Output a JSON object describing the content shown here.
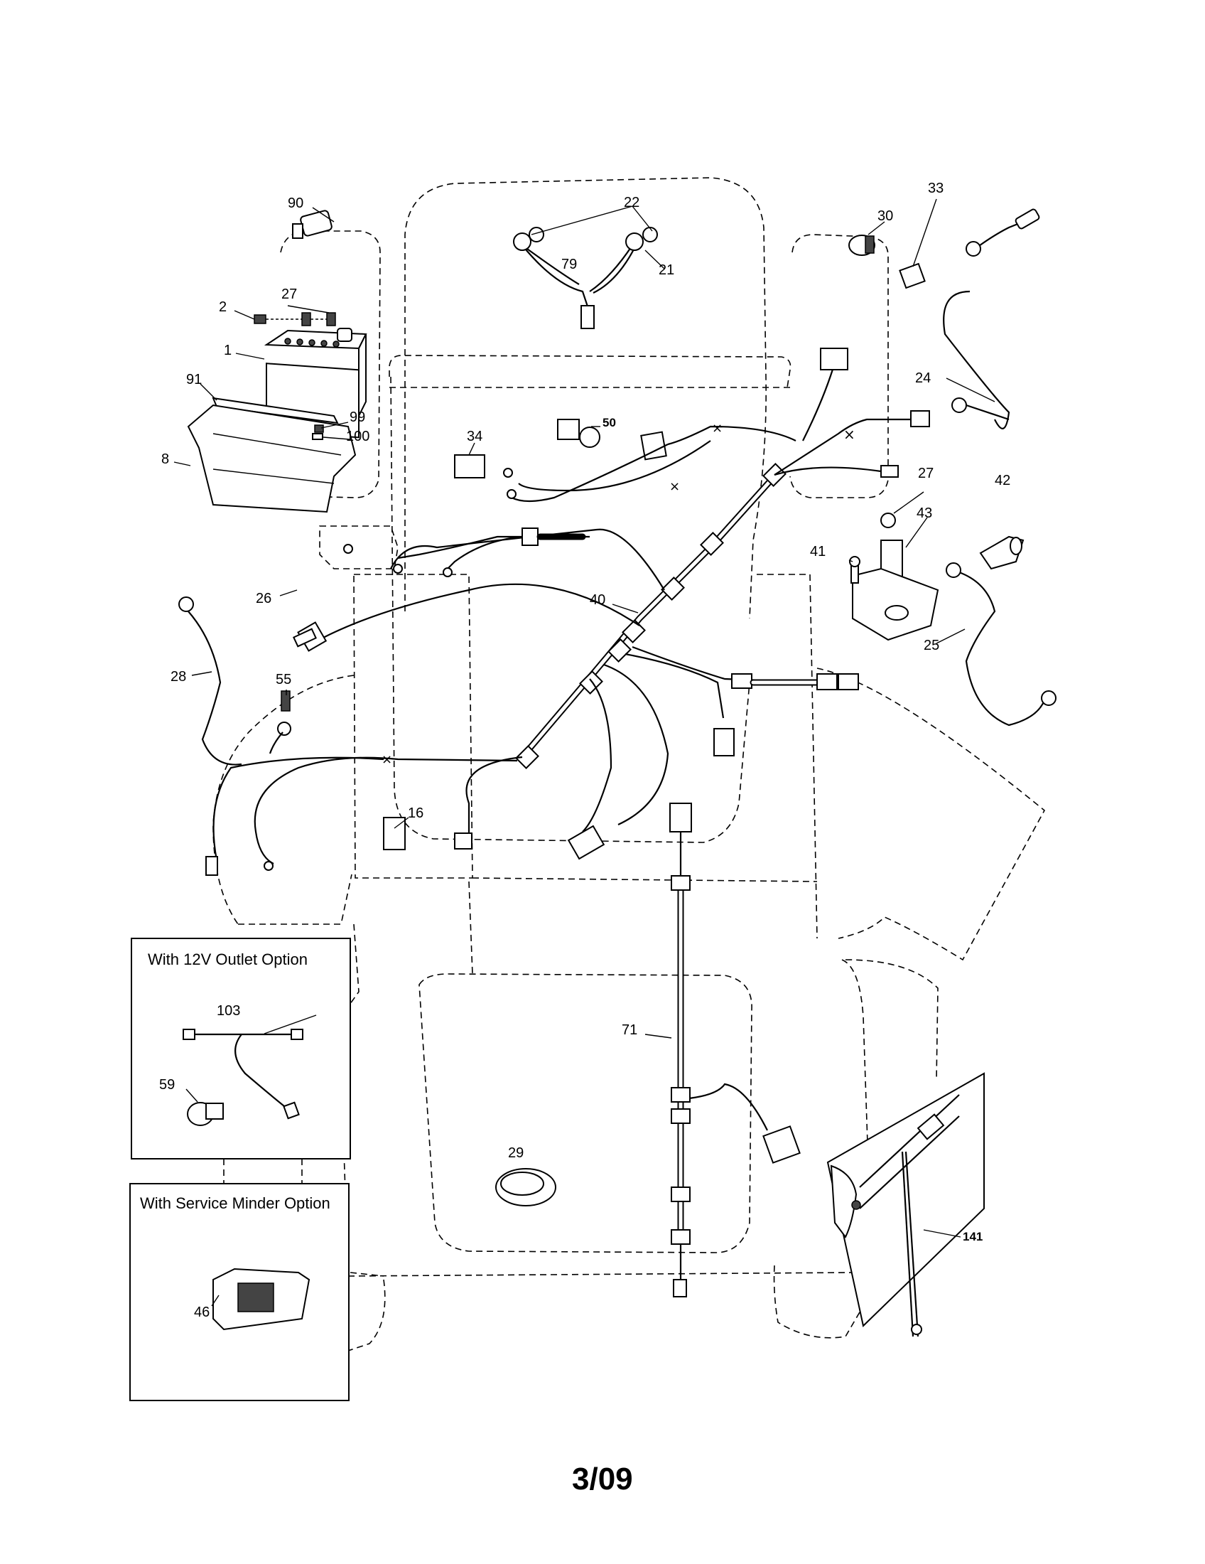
{
  "callouts": {
    "c1": "1",
    "c2": "2",
    "c8": "8",
    "c16": "16",
    "c21": "21",
    "c22": "22",
    "c24": "24",
    "c25": "25",
    "c26": "26",
    "c27a": "27",
    "c27b": "27",
    "c28": "28",
    "c29": "29",
    "c30": "30",
    "c33": "33",
    "c34": "34",
    "c40": "40",
    "c41": "41",
    "c42": "42",
    "c43": "43",
    "c46": "46",
    "c50": "50",
    "c55": "55",
    "c59": "59",
    "c71": "71",
    "c79": "79",
    "c90": "90",
    "c91": "91",
    "c99": "99",
    "c100": "100",
    "c103": "103",
    "c141": "141"
  },
  "option_boxes": {
    "outlet_title": "With 12V Outlet Option",
    "service_title": "With Service Minder Option"
  },
  "footer": {
    "date_code": "3/09"
  }
}
